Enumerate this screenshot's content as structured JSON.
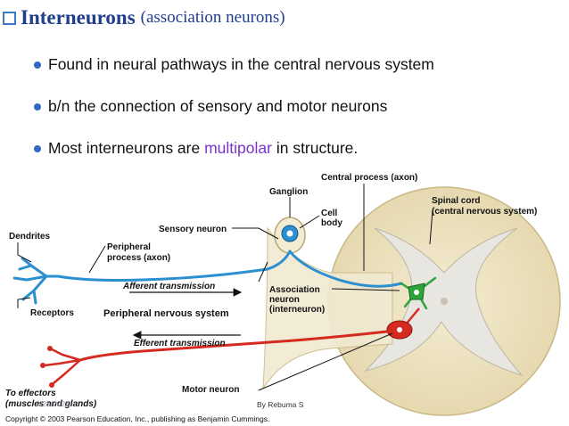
{
  "title": {
    "main": "Interneurons",
    "sub": "(association neurons)"
  },
  "bullets": [
    {
      "text": "Found in neural pathways in the central nervous system"
    },
    {
      "text": "b/n the connection of sensory and motor neurons"
    },
    {
      "pre": "Most interneurons are ",
      "highlight": "multipolar",
      "post": " in structure."
    }
  ],
  "figure": {
    "labels": {
      "dendrites": "Dendrites",
      "receptors": "Receptors",
      "peripheral_process_1": "Peripheral",
      "peripheral_process_2": "process (axon)",
      "sensory_neuron": "Sensory neuron",
      "ganglion": "Ganglion",
      "central_process": "Central process (axon)",
      "cell_body_1": "Cell",
      "cell_body_2": "body",
      "spinal_cord_1": "Spinal cord",
      "spinal_cord_2": "(central nervous system)",
      "afferent": "Afferent transmission",
      "pns": "Peripheral nervous system",
      "association_1": "Association",
      "association_2": "neuron",
      "association_3": "(interneuron)",
      "efferent": "Efferent transmission",
      "motor_neuron": "Motor neuron",
      "effectors_1": "To effectors",
      "effectors_2": "(muscles and glands)"
    },
    "copyright": "Copyright © 2003 Pearson Education, Inc., publishing as Benjamin Cummings.",
    "footer": "By Rebuma S",
    "date": "9/25/2022"
  },
  "colors": {
    "sensory": "#2b8fd0",
    "motor": "#d42a1f",
    "interneuron": "#2ca43a",
    "spinal_cord": "#efe6c8",
    "title": "#1f3f8c"
  }
}
